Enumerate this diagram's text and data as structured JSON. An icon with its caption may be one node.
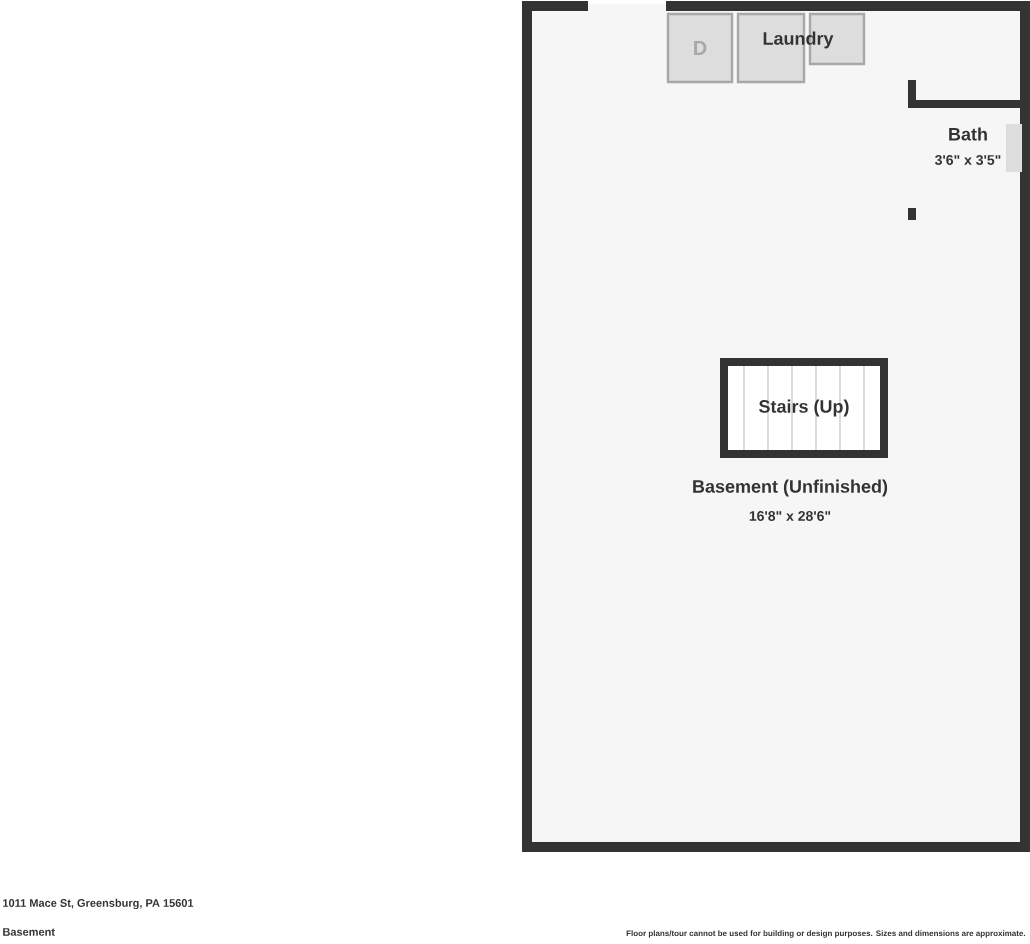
{
  "diagram": {
    "nodes": [
      {
        "text": [
          "Basement (Unfinished)",
          "16'8\" x 28'6\""
        ]
      },
      {
        "text": [
          "D"
        ],
        "in": 0
      },
      {
        "text": [],
        "shape": "box",
        "in": 0
      },
      {
        "text": [],
        "shape": "box",
        "in": 0
      },
      {
        "text": [
          "Bath",
          "3'6\" x 3'5\""
        ],
        "in": 0
      },
      {
        "text": [
          "Stairs (Up)"
        ],
        "in": 0
      }
    ],
    "labels": [
      "Laundry",
      "1011 Mace St, Greensburg, PA 15601",
      "Basement",
      "Floor plans/tour cannot be used for building or design purposes. Sizes and dimensions are approximate."
    ]
  }
}
